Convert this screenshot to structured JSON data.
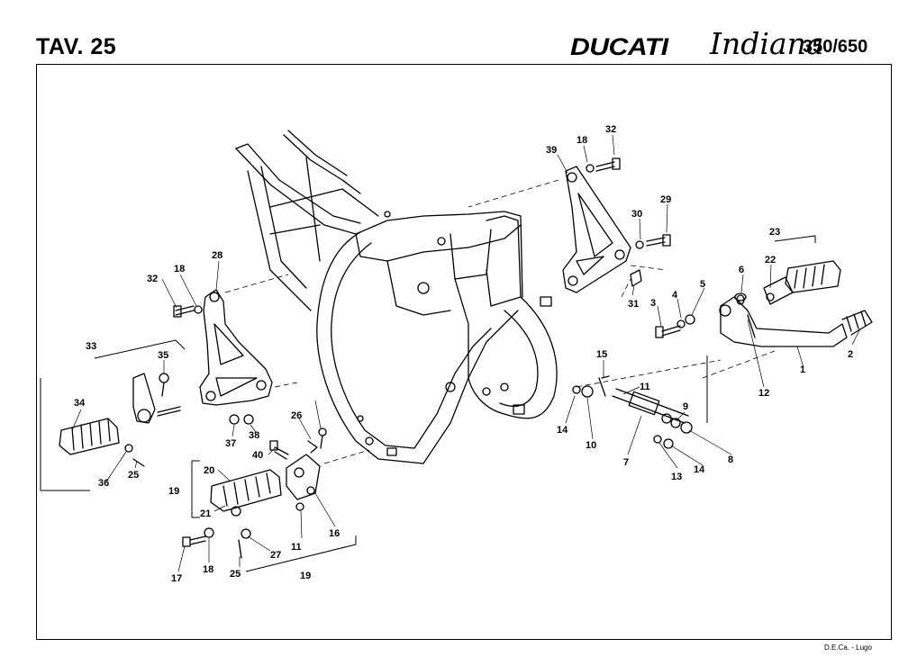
{
  "header": {
    "table_id": "TAV. 25",
    "brand": "DUCATI",
    "model": "Indiana",
    "displacement": "350/650"
  },
  "footer": {
    "credit": "D.E.Ca. - Lugo"
  },
  "callouts": [
    "1",
    "2",
    "3",
    "4",
    "5",
    "6",
    "7",
    "8",
    "9",
    "10",
    "11",
    "11",
    "11",
    "12",
    "13",
    "14",
    "14",
    "15",
    "16",
    "17",
    "18",
    "18",
    "18",
    "19",
    "19",
    "20",
    "21",
    "22",
    "23",
    "25",
    "25",
    "26",
    "27",
    "28",
    "29",
    "30",
    "31",
    "32",
    "32",
    "33",
    "34",
    "35",
    "36",
    "37",
    "38",
    "39",
    "40"
  ]
}
